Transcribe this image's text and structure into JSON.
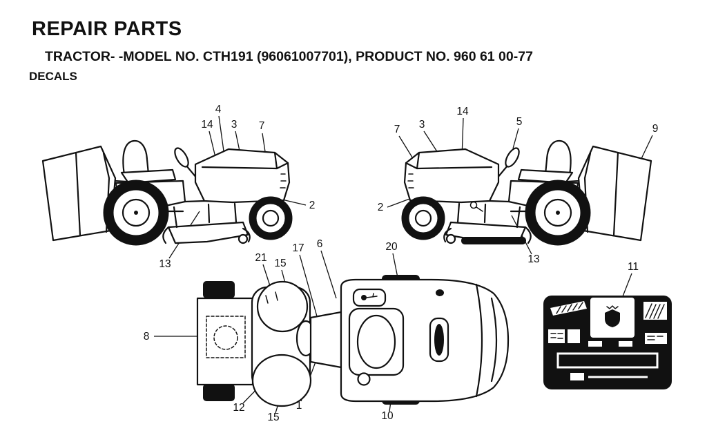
{
  "header": {
    "title": "REPAIR PARTS",
    "model_line": "TRACTOR- -MODEL NO. CTH191 (96061007701), PRODUCT NO. 960 61 00-77",
    "section": "DECALS"
  },
  "figures": {
    "left_side_view": {
      "callouts": [
        "4",
        "14",
        "3",
        "7",
        "2",
        "13"
      ]
    },
    "right_side_view": {
      "callouts": [
        "7",
        "3",
        "14",
        "5",
        "9",
        "2",
        "13"
      ]
    },
    "top_view": {
      "callouts": [
        "21",
        "15",
        "17",
        "6",
        "20",
        "8",
        "12",
        "15",
        "1",
        "10"
      ]
    },
    "dash_decal": {
      "callouts": [
        "11"
      ]
    }
  }
}
